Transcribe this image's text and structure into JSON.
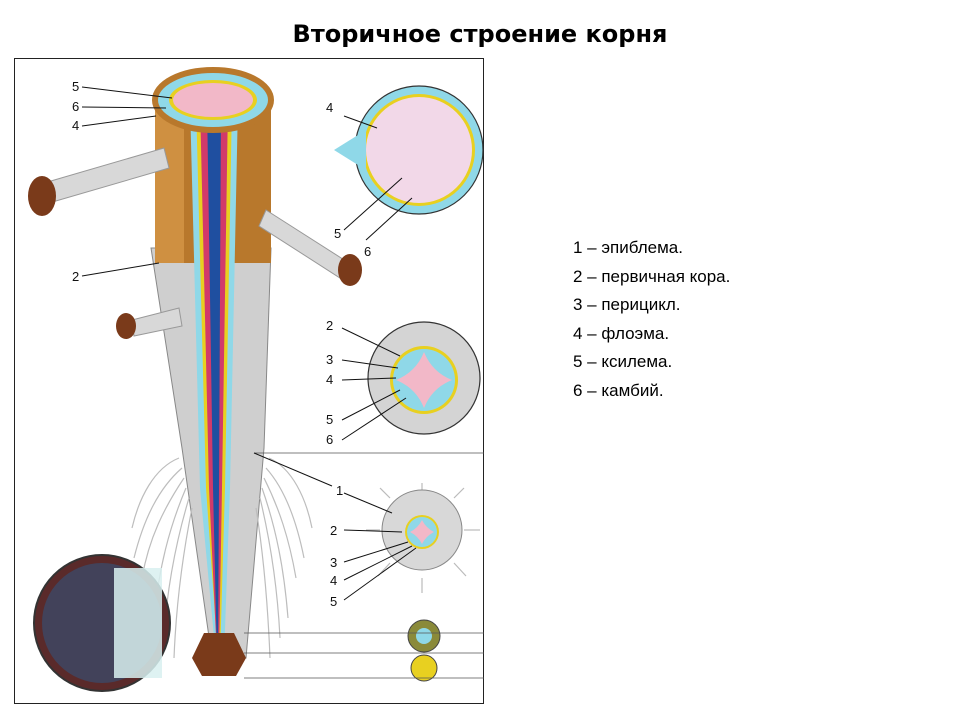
{
  "title": "Вторичное строение корня",
  "legend": [
    "1 – эпиблема.",
    "2 – первичная кора.",
    "3 – перицикл.",
    "4 – флоэма.",
    "5 – ксилема.",
    "6 – камбий."
  ],
  "figure": {
    "callouts": {
      "main_5": "5",
      "main_6": "6",
      "main_4": "4",
      "main_2": "2",
      "sec1_4": "4",
      "sec1_5": "5",
      "sec1_6": "6",
      "sec2_2": "2",
      "sec2_3": "3",
      "sec2_4": "4",
      "sec2_5": "5",
      "sec2_6": "6",
      "sec3_1": "1",
      "sec3_2": "2",
      "sec3_3": "3",
      "sec3_4": "4",
      "sec3_5": "5"
    },
    "colors": {
      "xylem": "#f2b8c8",
      "phloem": "#8fd8e8",
      "cambium": "#e8d020",
      "cortex_outer": "#b07830",
      "cortex_grey": "#c8c8c8",
      "root_hairs": "#dcdcdc",
      "cap": "#7a3a1a"
    }
  }
}
